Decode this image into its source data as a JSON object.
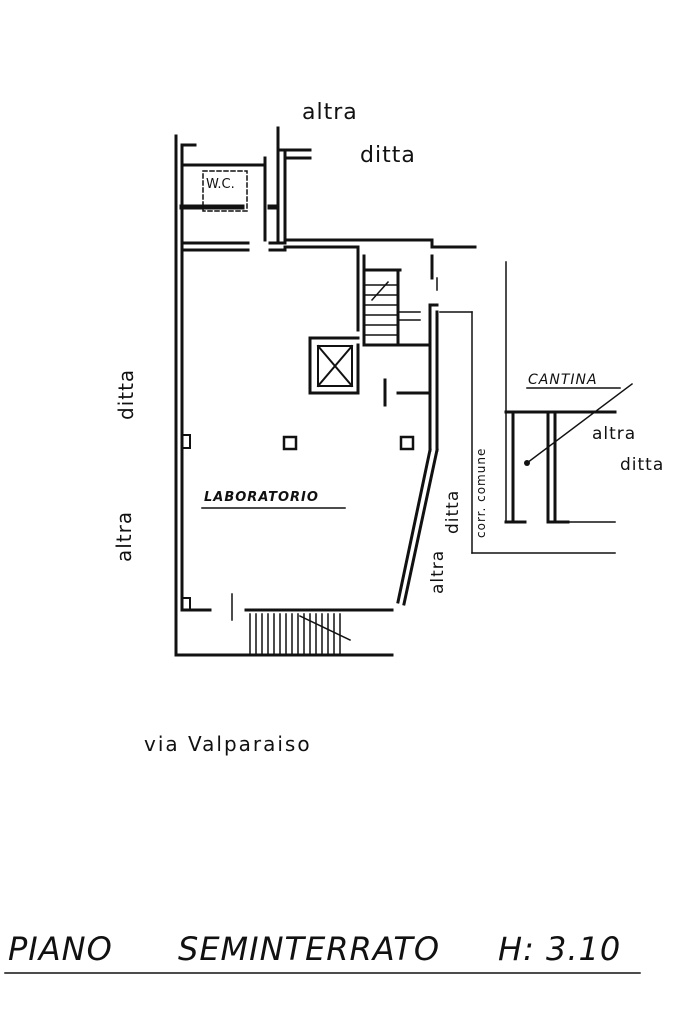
{
  "labels": {
    "top_neighbor_1": "altra",
    "top_neighbor_2": "ditta",
    "wc": "W.C.",
    "left_neighbor_1": "altra",
    "left_neighbor_2": "ditta",
    "lab": "LABORATORIO",
    "right_neighbor_1": "altra",
    "right_neighbor_2": "ditta",
    "corridor": "corr. comune",
    "cantina": "CANTINA",
    "cantina_neighbor_1": "altra",
    "cantina_neighbor_2": "ditta",
    "street": "via Valparaiso"
  },
  "footer": {
    "floor": "PIANO",
    "floor_type": "SEMINTERRATO",
    "height": "H: 3.10"
  }
}
